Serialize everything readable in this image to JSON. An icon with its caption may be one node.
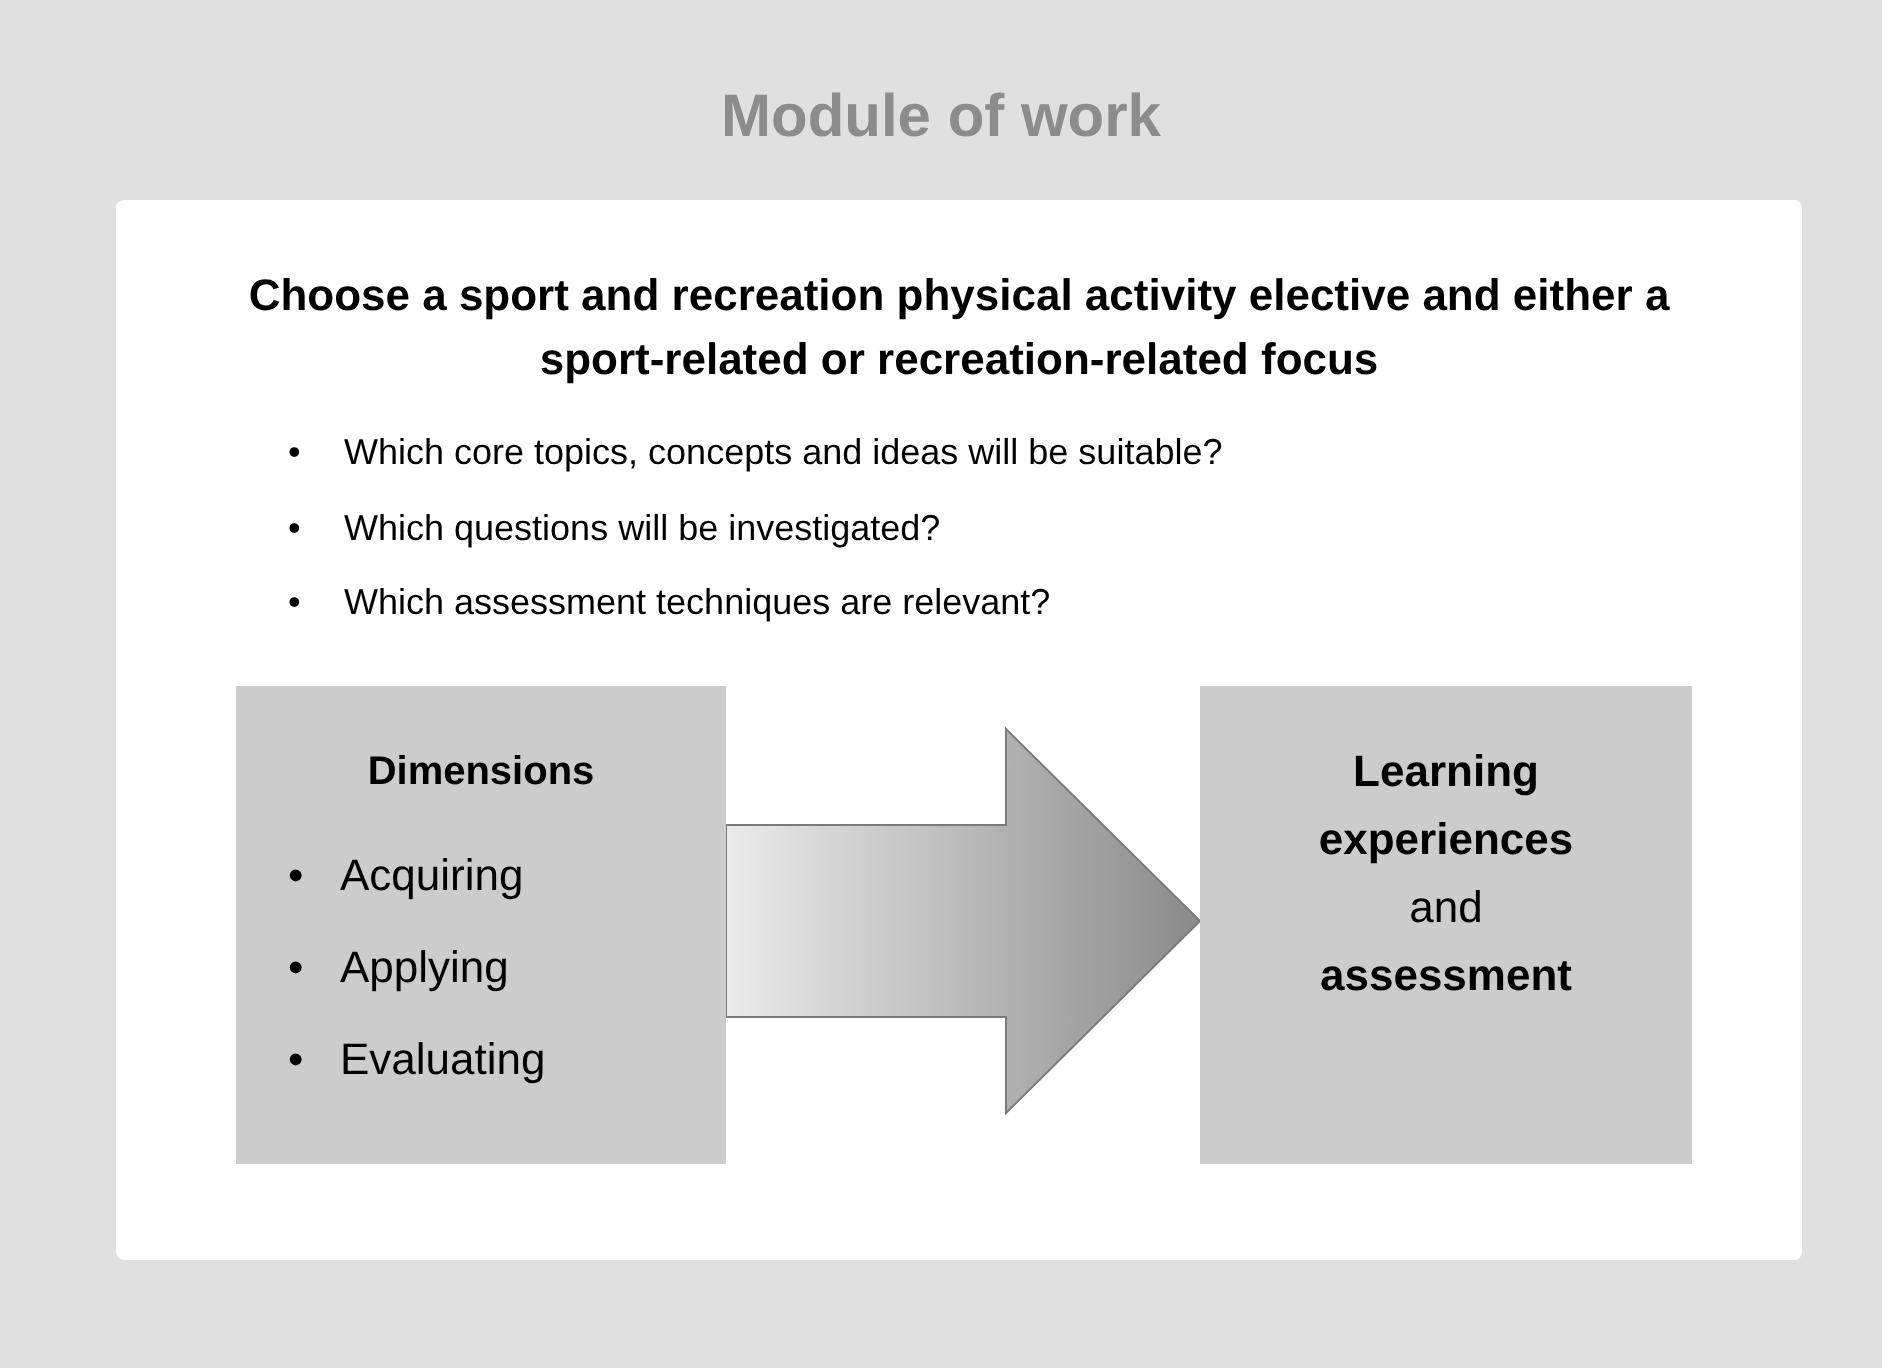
{
  "diagram": {
    "nodes": [
      {
        "text": [
          "Module of work"
        ]
      },
      {
        "text": [
          "Choose a sport and recreation physical activity elective and either a sport-related or recreation-related focus",
          "Which core topics, concepts and ideas will be suitable?",
          "Which questions will be investigated?",
          "Which assessment techniques are relevant?"
        ],
        "in": 0
      },
      {
        "text": [
          "Dimensions",
          "Acquiring",
          "Applying",
          "Evaluating"
        ],
        "in": 1
      },
      {
        "text": [
          "**Learning experiences** and **assessment**"
        ],
        "in": 1
      }
    ],
    "edges": [
      {
        "from": 2,
        "to": 3,
        "arrow": "to",
        "style": "thick"
      }
    ],
    "labels": [
      "•",
      "•",
      "•",
      "•",
      "•",
      "•"
    ]
  }
}
